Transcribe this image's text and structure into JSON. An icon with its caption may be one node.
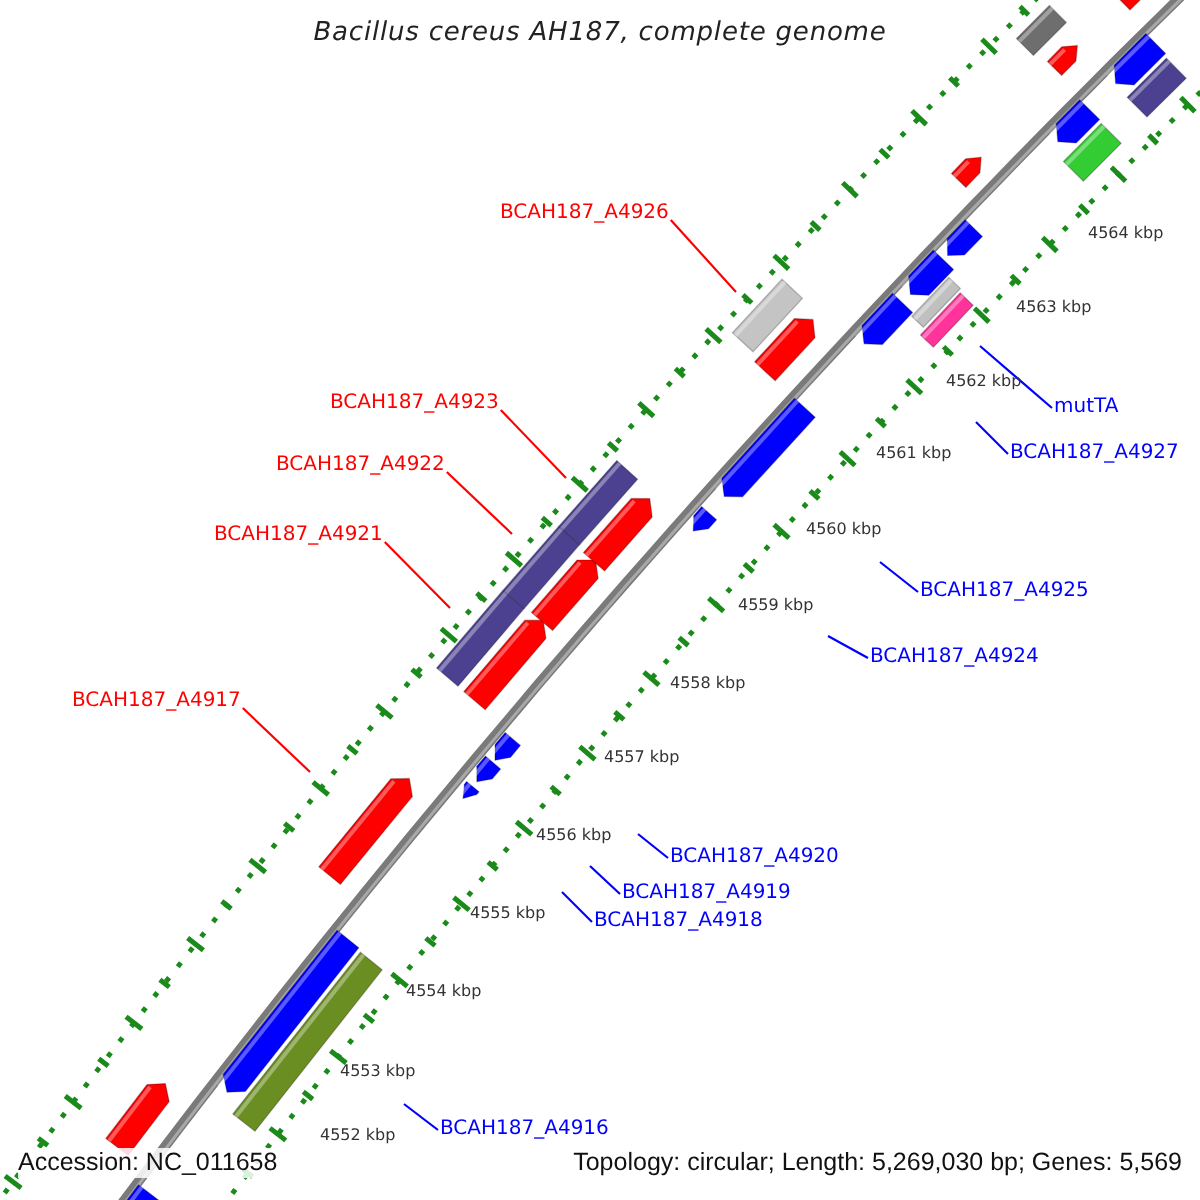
{
  "diagram": {
    "title": "Bacillus cereus AH187, complete genome",
    "nodes": [
      {
        "text": [
          "BCAH187_A4926"
        ]
      },
      {
        "text": [
          "BCAH187_A4923"
        ]
      },
      {
        "text": [
          "mutTA"
        ]
      },
      {
        "text": [
          "BCAH187_A4927"
        ]
      },
      {
        "text": [
          "BCAH187_A4922"
        ]
      },
      {
        "text": [
          "BCAH187_A4921"
        ]
      },
      {
        "text": [
          "BCAH187_A4925"
        ]
      },
      {
        "text": [
          "BCAH187_A4924"
        ]
      },
      {
        "text": [
          "BCAH187_A4917"
        ]
      },
      {
        "text": [
          "BCAH187_A4920"
        ]
      },
      {
        "text": [
          "BCAH187_A4919"
        ]
      },
      {
        "text": [
          "BCAH187_A4918"
        ]
      },
      {
        "text": [
          "BCAH187_A4916"
        ]
      }
    ],
    "edges": [
      {
        "from": 0,
        "to": null,
        "arrow": "none",
        "color": "#ff0000"
      },
      {
        "from": 1,
        "to": null,
        "arrow": "none",
        "color": "#ff0000"
      },
      {
        "from": 2,
        "to": null,
        "arrow": "none"
      },
      {
        "from": 3,
        "to": null,
        "arrow": "none"
      },
      {
        "from": 4,
        "to": null,
        "arrow": "none",
        "color": "#ff0000"
      },
      {
        "from": 5,
        "to": null,
        "arrow": "none",
        "color": "#ff0000"
      },
      {
        "from": 6,
        "to": null,
        "arrow": "none"
      },
      {
        "from": 7,
        "to": null,
        "arrow": "none"
      },
      {
        "from": 8,
        "to": null,
        "arrow": "none",
        "color": "#ff0000"
      },
      {
        "from": 9,
        "to": null,
        "arrow": "none"
      },
      {
        "from": 10,
        "to": null,
        "arrow": "none"
      },
      {
        "from": 11,
        "to": null,
        "arrow": "none"
      },
      {
        "from": 12,
        "to": null,
        "arrow": "none"
      }
    ],
    "labels": [
      "4564 kbp",
      "4563 kbp",
      "4562 kbp",
      "4561 kbp",
      "4560 kbp",
      "4559 kbp",
      "4558 kbp",
      "4557 kbp",
      "4556 kbp",
      "4555 kbp",
      "4554 kbp",
      "4553 kbp",
      "4552 kbp",
      "Accession: NC_011658",
      "Topology: circular; Length: 5,269,030 bp; Genes: 5,569"
    ]
  }
}
